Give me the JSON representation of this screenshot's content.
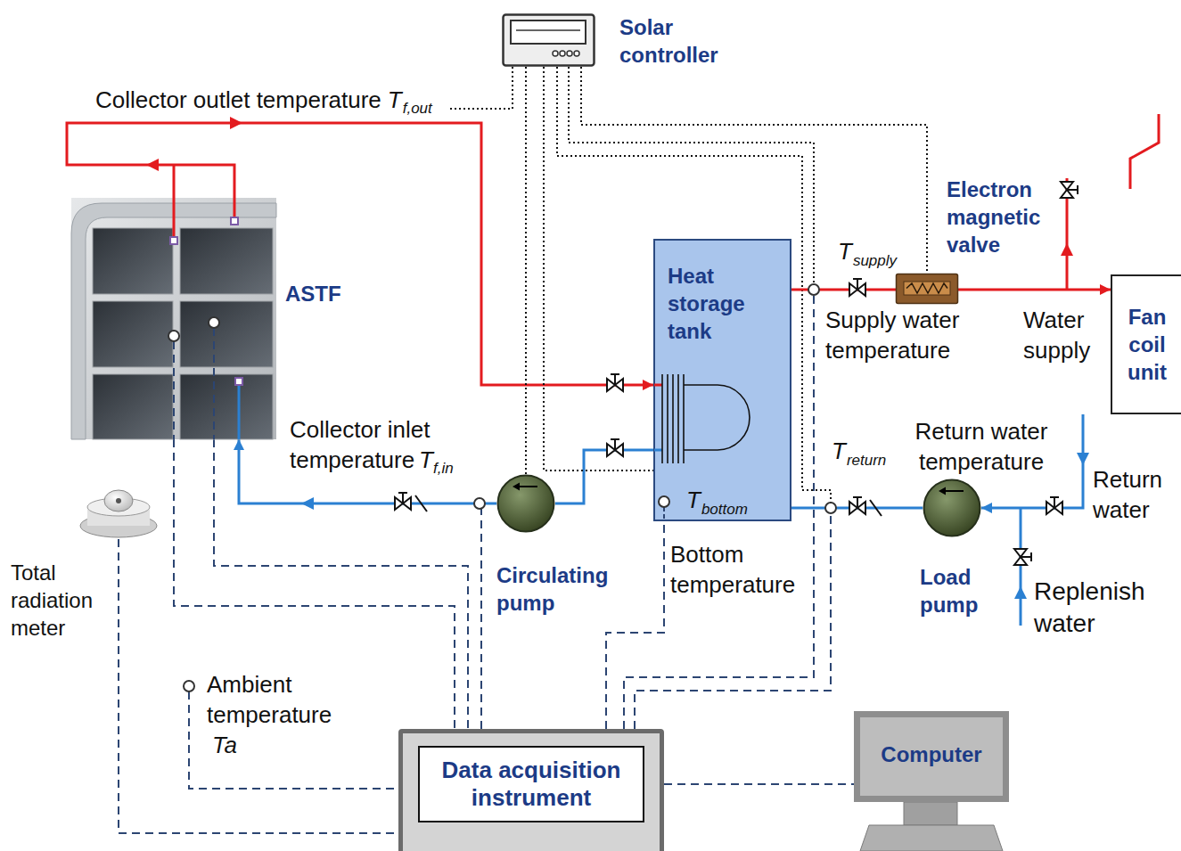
{
  "diagram": {
    "nodes": [
      {
        "text": [
          "Solar controller"
        ]
      },
      {
        "text": [
          "Electron magnetic valve"
        ]
      },
      {
        "text": [
          "ASTF"
        ]
      },
      {
        "text": [
          "Heat storage tank"
        ]
      },
      {
        "text": [
          "Fan coil unit"
        ]
      },
      {
        "text": [
          "Total radiation meter"
        ]
      },
      {
        "text": [
          "Circulating pump"
        ]
      },
      {
        "text": [
          "Load pump"
        ]
      },
      {
        "text": [
          "Computer"
        ]
      },
      {
        "text": [
          "Data acquisition instrument"
        ]
      }
    ],
    "edges": [
      {
        "from": 2,
        "to": 3,
        "arrow": "to"
      },
      {
        "from": 3,
        "to": 6,
        "arrow": "none"
      },
      {
        "from": 6,
        "to": 2,
        "arrow": "to"
      },
      {
        "from": 0,
        "to": 6,
        "arrow": "none"
      },
      {
        "from": 0,
        "to": 3,
        "arrow": "none"
      },
      {
        "from": 0,
        "to": 1,
        "arrow": "none"
      },
      {
        "from": 3,
        "to": 1,
        "arrow": "none"
      },
      {
        "from": 1,
        "to": 4,
        "arrow": "to"
      },
      {
        "from": 4,
        "to": 7,
        "arrow": "to"
      },
      {
        "from": 7,
        "to": 3,
        "arrow": "none"
      },
      {
        "from": 2,
        "to": 9,
        "arrow": "none"
      },
      {
        "from": 2,
        "to": 9,
        "arrow": "none"
      },
      {
        "from": 5,
        "to": 9,
        "arrow": "none"
      },
      {
        "from": 9,
        "to": 3,
        "arrow": "none"
      },
      {
        "from": 9,
        "to": 8,
        "arrow": "none"
      }
    ],
    "labels": [
      "Collector outlet temperature",
      "T",
      "f,out",
      "Collector inlet temperature",
      "T",
      "f,in",
      "T",
      "supply",
      "Supply water temperature",
      "Water supply",
      "T",
      "return",
      "Return water temperature",
      "Return water",
      "Replenish water",
      "T",
      "bottom",
      "Bottom temperature",
      "Ambient temperature",
      "Ta"
    ]
  }
}
